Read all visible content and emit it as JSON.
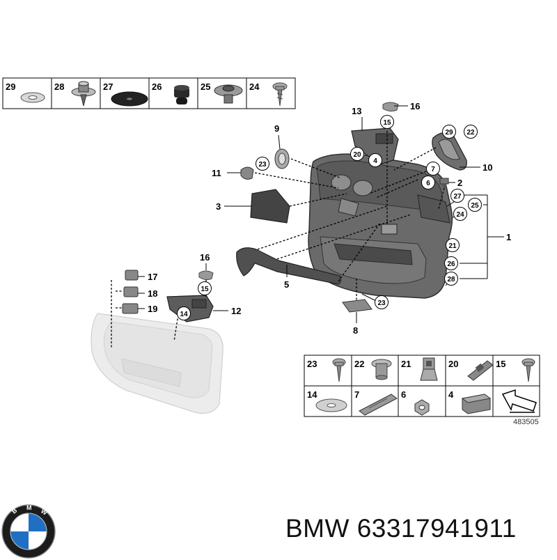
{
  "top_table": [
    {
      "num": "29",
      "icon": "spring-nut-icon"
    },
    {
      "num": "28",
      "icon": "expanding-clip-icon"
    },
    {
      "num": "27",
      "icon": "washer-icon"
    },
    {
      "num": "26",
      "icon": "rubber-plug-icon"
    },
    {
      "num": "25",
      "icon": "push-clip-icon"
    },
    {
      "num": "24",
      "icon": "screw-icon"
    }
  ],
  "bottom_table_row1": [
    {
      "num": "23",
      "icon": "screw-icon"
    },
    {
      "num": "22",
      "icon": "clip-nut-icon"
    },
    {
      "num": "21",
      "icon": "trim-clip-icon"
    },
    {
      "num": "20",
      "icon": "retainer-clip-icon"
    },
    {
      "num": "15",
      "icon": "screw-icon"
    }
  ],
  "bottom_table_row2": [
    {
      "num": "14",
      "icon": "washer-icon"
    },
    {
      "num": "7",
      "icon": "bracket-icon"
    },
    {
      "num": "6",
      "icon": "hex-nut-icon"
    },
    {
      "num": "4",
      "icon": "foam-pad-icon"
    },
    {
      "num": "",
      "icon": "arrow-icon"
    }
  ],
  "callouts": {
    "c1": "1",
    "c2": "2",
    "c3": "3",
    "c5": "5",
    "c8": "8",
    "c9": "9",
    "c10": "10",
    "c11": "11",
    "c12": "12",
    "c13": "13",
    "c16a": "16",
    "c16b": "16",
    "c17": "17",
    "c18": "18",
    "c19": "19"
  },
  "circled": {
    "c15a": "15",
    "c20": "20",
    "c4": "4",
    "c29": "29",
    "c22": "22",
    "c23a": "23",
    "c7": "7",
    "c6": "6",
    "c27": "27",
    "c24": "24",
    "c25": "25",
    "c21": "21",
    "c26": "26",
    "c28": "28",
    "c23b": "23",
    "c15b": "15",
    "c14": "14"
  },
  "diagram_ref": "483505",
  "brand": "BMW 63317941911",
  "colors": {
    "panel": "#5e5e5e",
    "panel_dark": "#3f3f3f",
    "ghost": "#e6e6e6",
    "part": "#6a6a6a"
  }
}
